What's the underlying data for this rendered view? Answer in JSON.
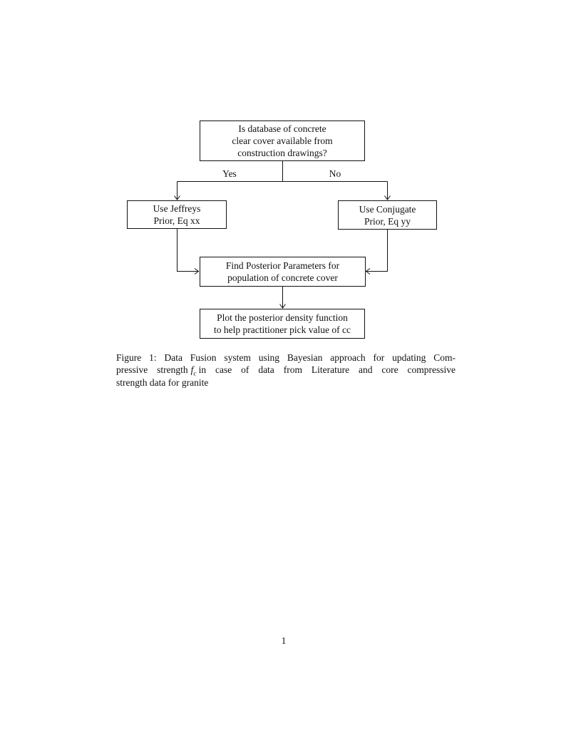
{
  "page": {
    "background": "#ffffff",
    "ink": "#111111",
    "page_number": "1"
  },
  "flowchart": {
    "nodes": {
      "decision": {
        "lines": [
          "Is database of concrete",
          "clear cover available from",
          "construction drawings?"
        ]
      },
      "jeffreys": {
        "lines": [
          "Use Jeffreys",
          "Prior, Eq xx"
        ]
      },
      "conjugate": {
        "lines": [
          "Use Conjugate",
          "Prior, Eq yy"
        ]
      },
      "posterior": {
        "lines": [
          "Find Posterior Parameters for",
          "population of concrete cover"
        ]
      },
      "plot": {
        "lines": [
          "Plot the posterior density function",
          "to help practitioner pick value of cc"
        ]
      }
    },
    "labels": {
      "yes": "Yes",
      "no": "No"
    }
  },
  "caption": {
    "line1": "Figure 1: Data Fusion system using Bayesian approach for updating Com-",
    "line2_pre": "pressive strength",
    "line2_math_base": "f",
    "line2_math_sub": "c",
    "line2_post": "in case of data from Literature and core compressive",
    "line3": "strength data for granite"
  }
}
